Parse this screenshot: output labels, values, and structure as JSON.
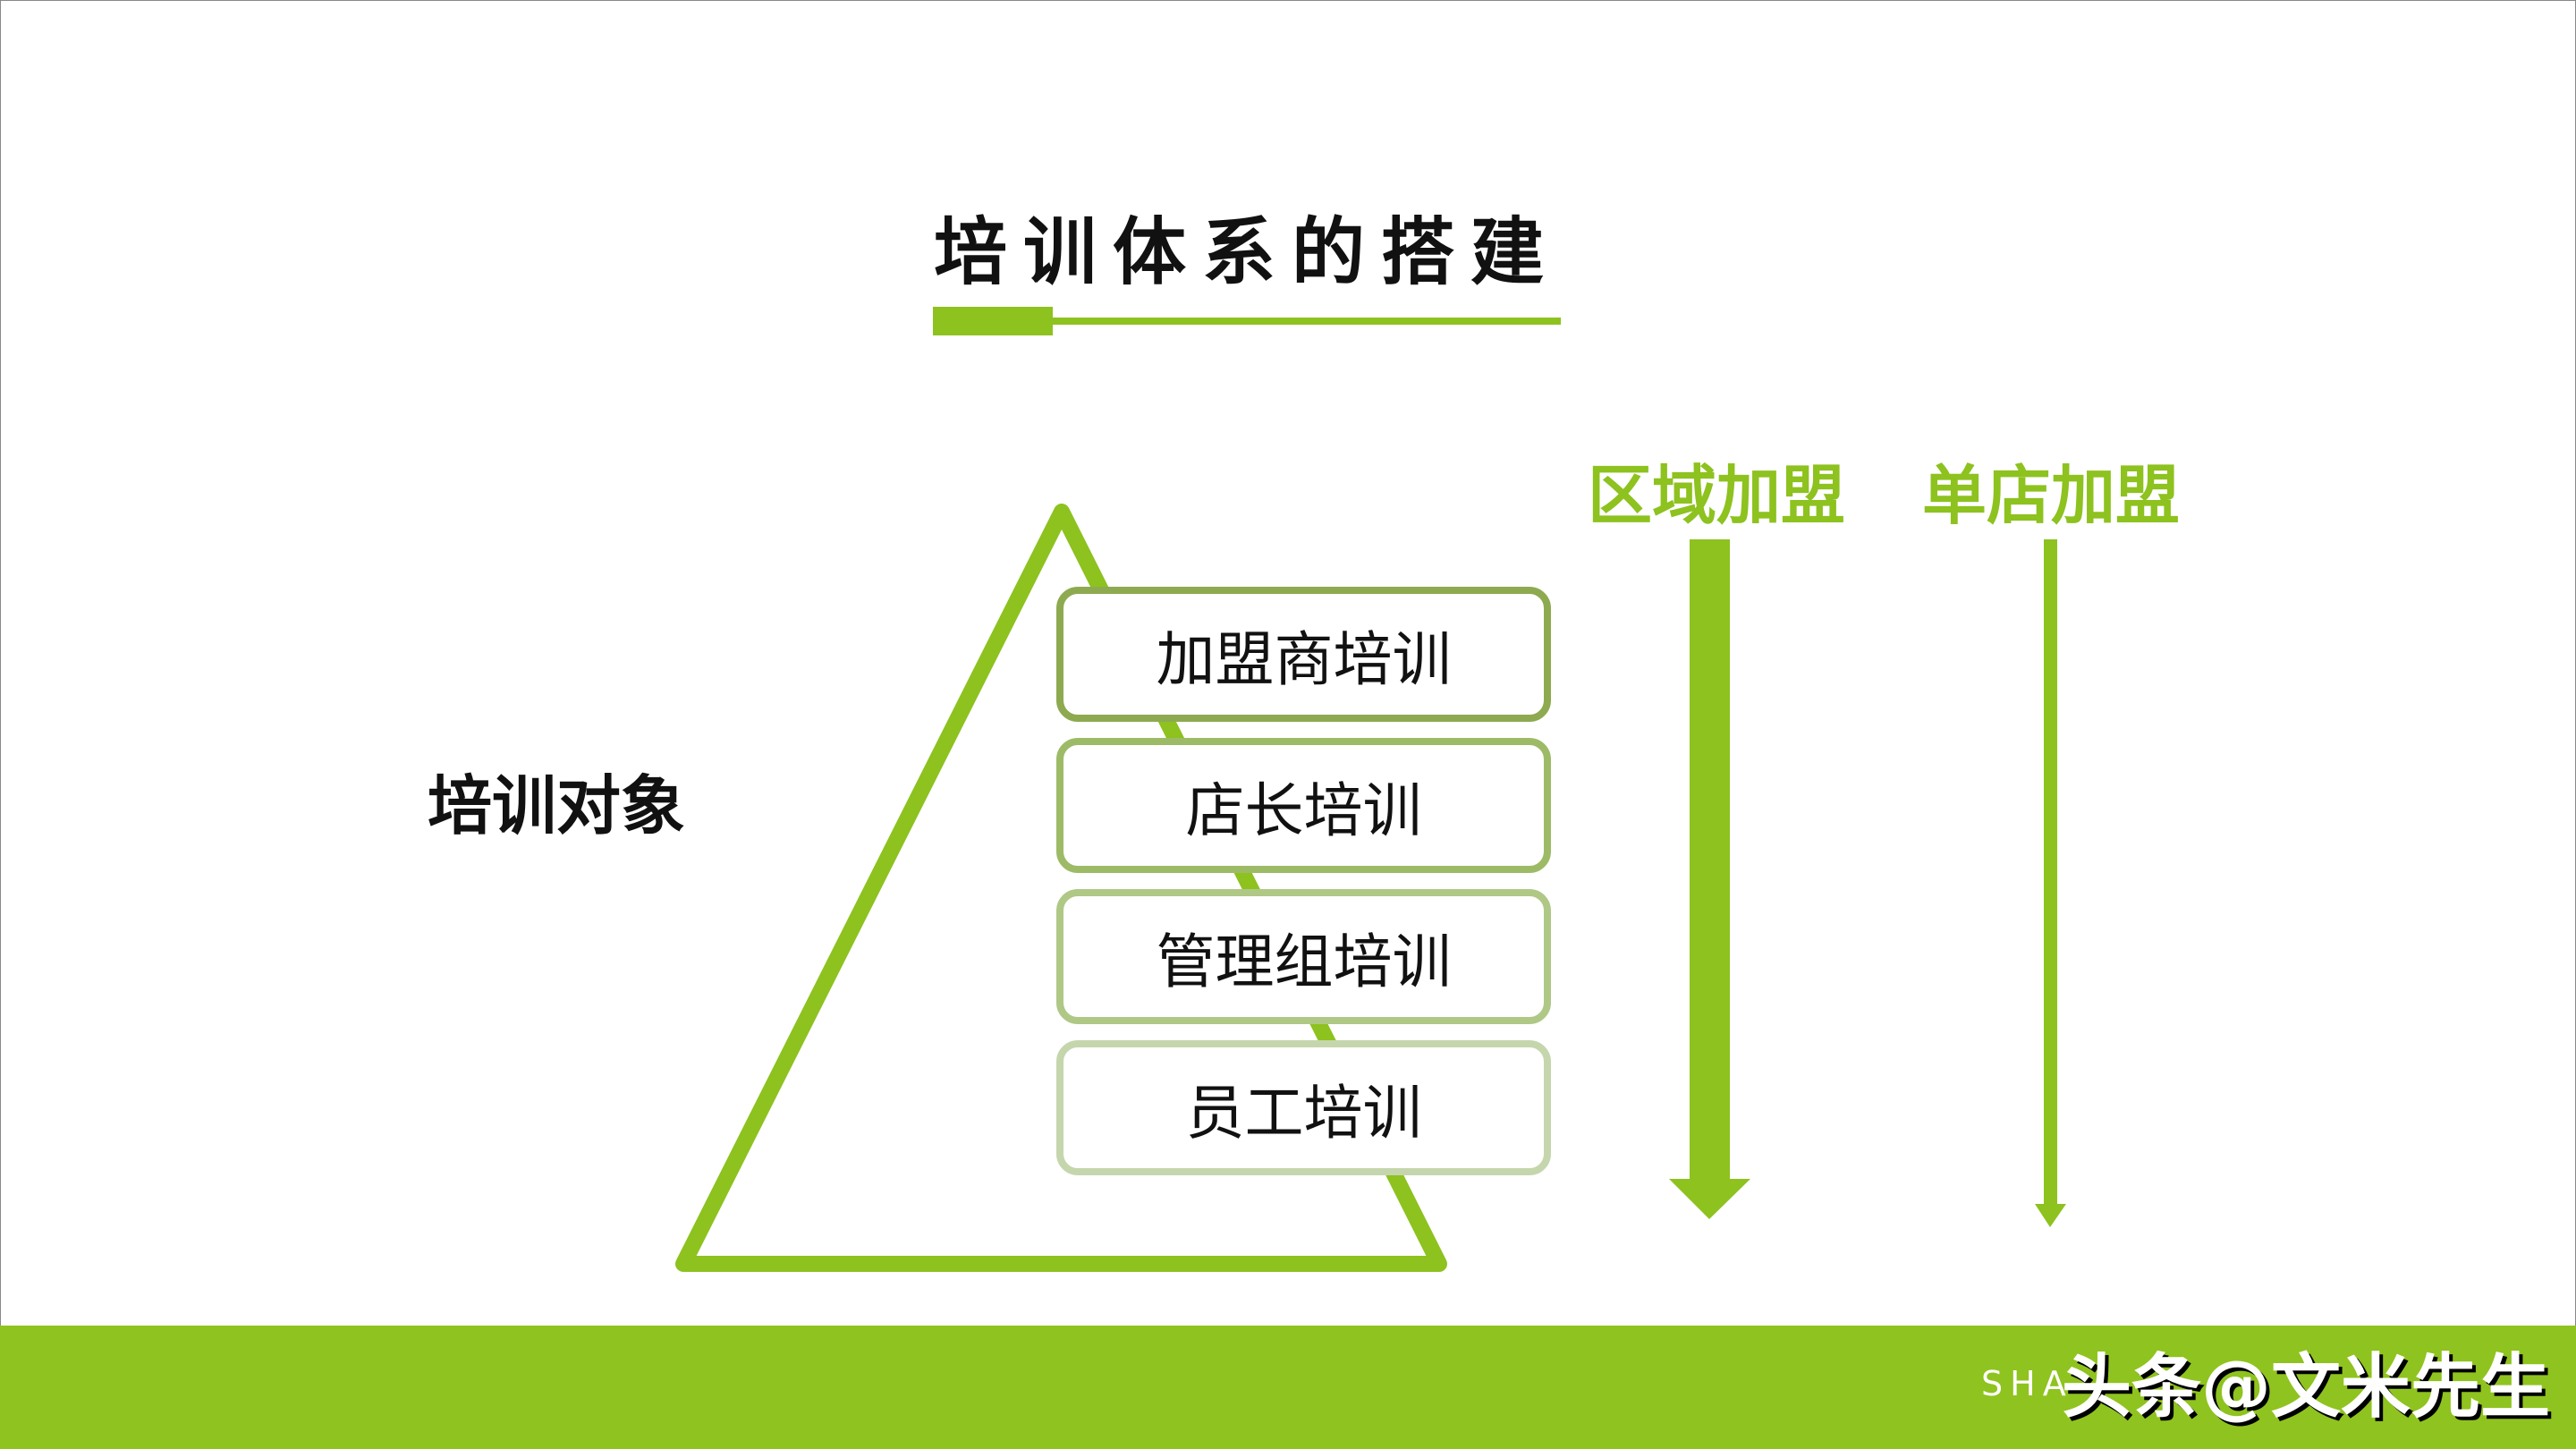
{
  "title": "培训体系的搭建",
  "target_label": "培训对象",
  "levels": [
    "加盟商培训",
    "店长培训",
    "管理组培训",
    "员工培训"
  ],
  "categories": [
    "区域加盟",
    "单店加盟"
  ],
  "footer": {
    "subtitle": "SHA",
    "watermark": "头条@文米先生"
  },
  "colors": {
    "accent": "#8dc21f",
    "box_borders": [
      "#8daa50",
      "#9dbb66",
      "#afc886",
      "#c5d6ad"
    ]
  }
}
